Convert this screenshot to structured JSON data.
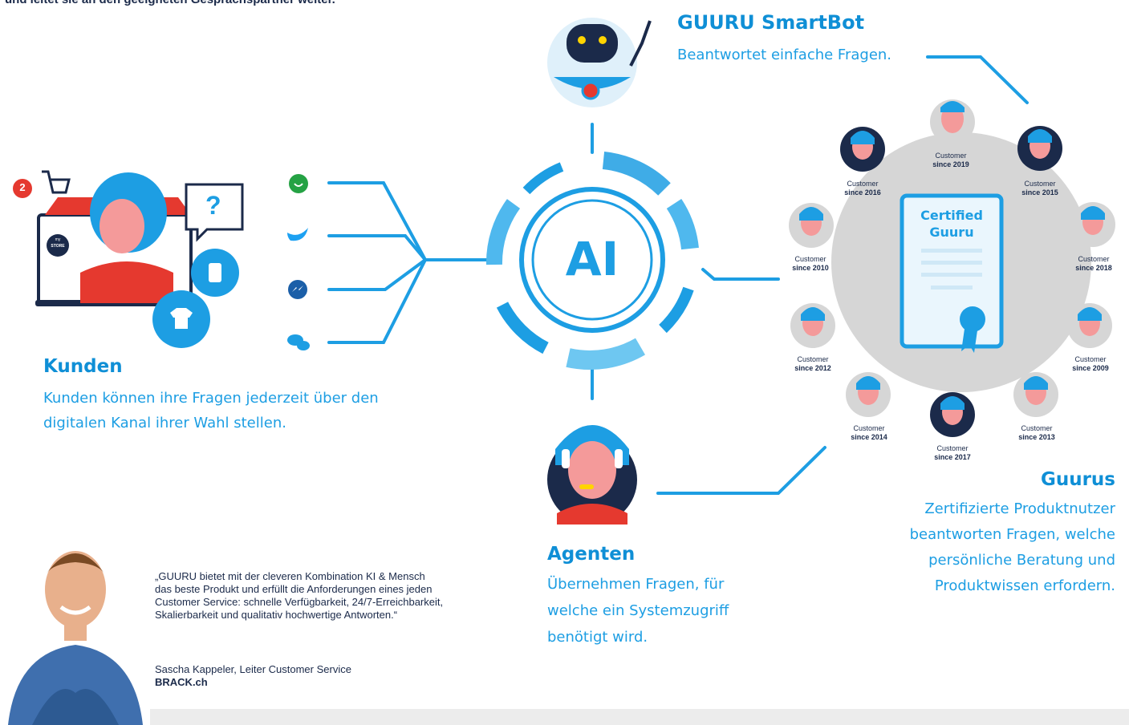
{
  "header": {
    "intro_fragment": "und leitet sie an den geeigneten Gesprächspartner weiter."
  },
  "center": {
    "label": "AI"
  },
  "kunden": {
    "title": "Kunden",
    "description": "Kunden können ihre Fragen jederzeit über den digitalen Kanal ihrer Wahl stellen.",
    "cart_count": "2",
    "question_mark": "?",
    "store_label_top": "my",
    "store_label": "STORE"
  },
  "channels": [
    {
      "name": "whatsapp-icon",
      "color": "#25a244"
    },
    {
      "name": "twitter-icon",
      "color": "#1da1f2"
    },
    {
      "name": "messenger-icon",
      "color": "#0084ff"
    },
    {
      "name": "chat-icon",
      "color": "#1d9ee3"
    }
  ],
  "smartbot": {
    "title": "GUURU SmartBot",
    "description": "Beantwortet einfache Fragen."
  },
  "agenten": {
    "title": "Agenten",
    "description": "Übernehmen Fragen, für welche ein Systemzugriff benötigt wird."
  },
  "guurus": {
    "title": "Guurus",
    "description": "Zertifizierte Produktnutzer beantworten Fragen, welche persönliche Beratung und Produktwissen erfordern.",
    "certificate_line1": "Certified",
    "certificate_line2": "Guuru",
    "badges": [
      {
        "label": "Customer",
        "since": "since 2019"
      },
      {
        "label": "Customer",
        "since": "since 2015"
      },
      {
        "label": "Customer",
        "since": "since 2018"
      },
      {
        "label": "Customer",
        "since": "since 2009"
      },
      {
        "label": "Customer",
        "since": "since 2013"
      },
      {
        "label": "Customer",
        "since": "since 2017"
      },
      {
        "label": "Customer",
        "since": "since 2014"
      },
      {
        "label": "Customer",
        "since": "since 2012"
      },
      {
        "label": "Customer",
        "since": "since 2010"
      },
      {
        "label": "Customer",
        "since": "since 2016"
      }
    ]
  },
  "quote": {
    "text": "„GUURU bietet mit der cleveren Kombination KI & Mensch das beste Produkt und erfüllt die Anforderungen eines jeden Customer Service: schnelle Verfügbarkeit, 24/7-Erreichbarkeit, Skalierbarkeit und qualitativ hochwertige Antworten.“",
    "author": "Sascha Kappeler, Leiter Customer Service",
    "company": "BRACK.ch"
  },
  "colors": {
    "accent": "#1d9ee3",
    "dark_navy": "#1b2a4a",
    "skin": "#f49a9a",
    "red": "#e5392f",
    "grey_circle": "#d6d6d6"
  }
}
